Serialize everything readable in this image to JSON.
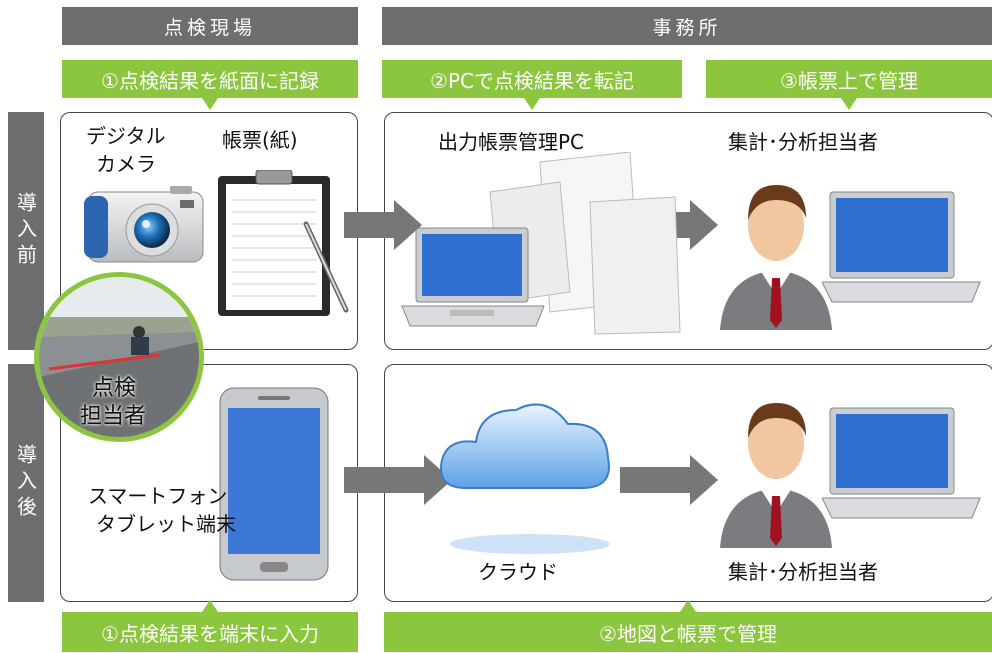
{
  "headers": {
    "field": "点検現場",
    "office": "事務所"
  },
  "steps_before": {
    "step1": "①点検結果を紙面に記録",
    "step2": "②PCで点検結果を転記",
    "step3": "③帳票上で管理"
  },
  "steps_after": {
    "step1": "①点検結果を端末に入力",
    "step2": "②地図と帳票で管理"
  },
  "side": {
    "before": "導入前",
    "after": "導入後"
  },
  "labels": {
    "camera_line1": "デジタル",
    "camera_line2": "カメラ",
    "paper": "帳票(紙)",
    "pc": "出力帳票管理PC",
    "analyst_before": "集計･分析担当者",
    "inspector_line1": "点検",
    "inspector_line2": "担当者",
    "device_line1": "スマートフォン",
    "device_line2": "タブレット端末",
    "cloud": "クラウド",
    "analyst_after": "集計･分析担当者"
  },
  "colors": {
    "green": "#8cc63f",
    "gray": "#6d6e70",
    "arrow": "#777777"
  }
}
